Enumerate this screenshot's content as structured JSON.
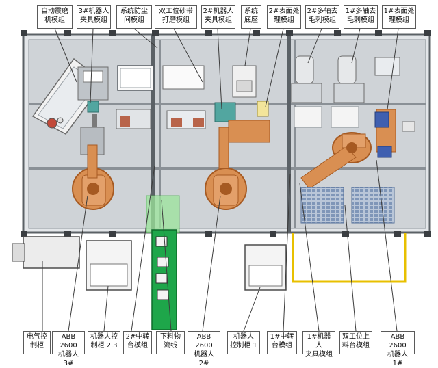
{
  "callouts_top": [
    {
      "id": "auto-vibration-grinding",
      "text": "自动震磨\n机模组"
    },
    {
      "id": "robot3-fixture",
      "text": "3#机器人\n夹具模组"
    },
    {
      "id": "dust-room",
      "text": "系统防尘\n间模组"
    },
    {
      "id": "dual-belt-sanding",
      "text": "双工位砂带\n打磨模组"
    },
    {
      "id": "robot2-fixture",
      "text": "2#机器人\n夹具模组"
    },
    {
      "id": "system-base",
      "text": "系统\n底座"
    },
    {
      "id": "surface2",
      "text": "2#表面处\n理模组"
    },
    {
      "id": "deburr2",
      "text": "2#多轴去\n毛刺模组"
    },
    {
      "id": "deburr1",
      "text": "1#多轴去\n毛刺模组"
    },
    {
      "id": "surface1",
      "text": "1#表面处\n理模组"
    }
  ],
  "callouts_bottom": [
    {
      "id": "electrical-cabinet",
      "text": "电气控\n制柜"
    },
    {
      "id": "abb-robot3",
      "text": "ABB 2600\n机器人 3#"
    },
    {
      "id": "robot-cabinet-23",
      "text": "机器人控\n制柜 2.3"
    },
    {
      "id": "transfer2",
      "text": "2#中转\n台模组"
    },
    {
      "id": "blanking-line",
      "text": "下料物\n流线"
    },
    {
      "id": "abb-robot2",
      "text": "ABB 2600\n机器人 2#"
    },
    {
      "id": "robot-cabinet-1",
      "text": "机器人\n控制柜 1"
    },
    {
      "id": "transfer1",
      "text": "1#中转\n台模组"
    },
    {
      "id": "robot1-fixture",
      "text": "1#机器人\n夹具模组"
    },
    {
      "id": "dual-loading",
      "text": "双工位上\n料台模组"
    },
    {
      "id": "abb-robot1",
      "text": "ABB 2600\n机器人 1#"
    }
  ],
  "colors": {
    "frame": "#5b6166",
    "panel": "#d4d8dc",
    "robot_orange": "#d98f52",
    "robot_dark": "#a65a22",
    "conveyor_green": "#1ea64a",
    "guard_green": "#9be59b",
    "tray_blue": "#8fa7c8",
    "cable_yellow": "#e8c000",
    "part_blue": "#3f5fb0"
  }
}
